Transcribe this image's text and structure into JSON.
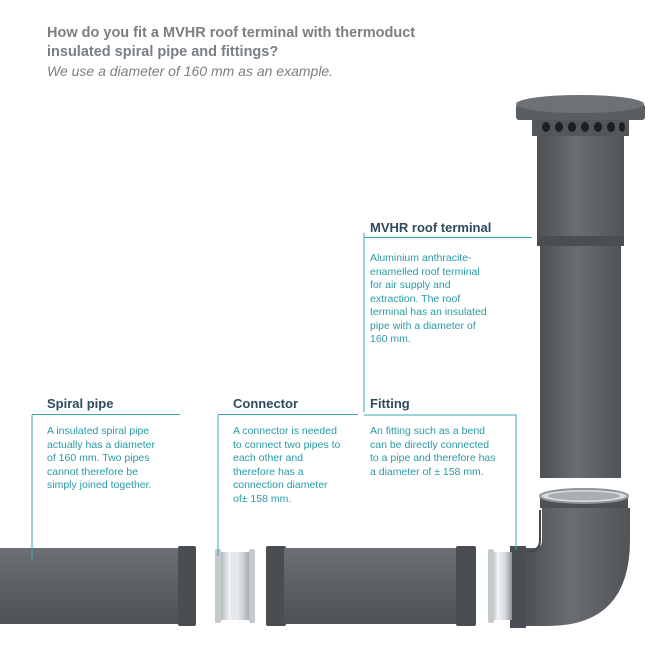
{
  "header": {
    "title_line1": "How do you fit a MVHR roof terminal with thermoduct",
    "title_line2": "insulated spiral pipe and fittings?",
    "subtitle": "We use a diameter of 160 mm as an example."
  },
  "callouts": {
    "roof_terminal": {
      "title": "MVHR roof terminal",
      "lines": [
        "Aluminium anthracite-",
        "enamelled roof terminal",
        "for air supply and",
        "extraction. The roof",
        "terminal has an insulated",
        "pipe with a diameter of",
        "160 mm."
      ]
    },
    "spiral_pipe": {
      "title": "Spiral pipe",
      "lines": [
        "A insulated spiral pipe",
        "actually has a diameter",
        "of  160 mm. Two pipes",
        "cannot therefore be",
        "simply joined together."
      ]
    },
    "connector": {
      "title": "Connector",
      "lines": [
        "A connector is needed",
        "to connect two pipes to",
        "each other and",
        "therefore has a",
        "connection diameter",
        "of± 158 mm."
      ]
    },
    "fitting": {
      "title": "Fitting",
      "lines": [
        "An fitting such as a bend",
        "can be directly connected",
        "to a pipe and therefore has",
        "a diameter of ± 158 mm."
      ]
    }
  },
  "colors": {
    "pipe": "#5e6266",
    "pipe_dark": "#4a4e52",
    "accent": "#3aa7b1",
    "heading": "#2f4a5c"
  }
}
